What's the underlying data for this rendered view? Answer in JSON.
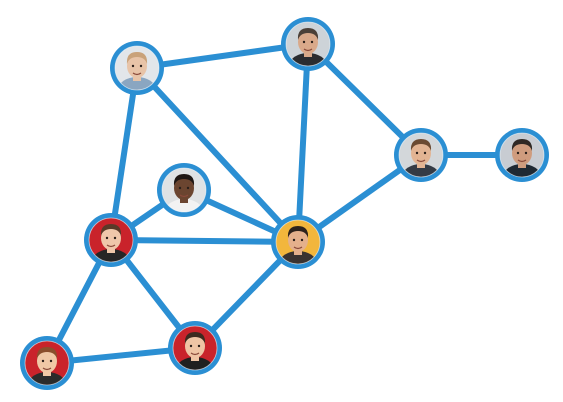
{
  "colors": {
    "edge": "#2b8fd3",
    "ring": "#2b8fd3",
    "ring_inner": "#ffffff"
  },
  "nodes": [
    {
      "id": "person-1",
      "icon": "person-avatar-icon",
      "bg": "#e2e6ea",
      "skin": "#e8c4a8",
      "hair": "#c9a27a",
      "shirt": "#8aa6c1"
    },
    {
      "id": "person-2",
      "icon": "person-avatar-icon",
      "bg": "#cdd3d8",
      "skin": "#d9a98a",
      "hair": "#4b4038",
      "shirt": "#2a2c30"
    },
    {
      "id": "person-3",
      "icon": "person-avatar-icon",
      "bg": "#dfe2e4",
      "skin": "#6b4530",
      "hair": "#1e1714",
      "shirt": "#f2f2f2"
    },
    {
      "id": "person-4",
      "icon": "person-avatar-icon",
      "bg": "#c9232b",
      "skin": "#efc7aa",
      "hair": "#5a3a28",
      "shirt": "#262626"
    },
    {
      "id": "person-5",
      "icon": "person-avatar-icon",
      "bg": "#f2b63c",
      "skin": "#e4b08c",
      "hair": "#2d221c",
      "shirt": "#3a3330"
    },
    {
      "id": "person-6",
      "icon": "person-avatar-icon",
      "bg": "#d3d7da",
      "skin": "#e2b493",
      "hair": "#6a4a32",
      "shirt": "#343b45"
    },
    {
      "id": "person-7",
      "icon": "person-avatar-icon",
      "bg": "#c8ccd2",
      "skin": "#cf9c7e",
      "hair": "#2f2824",
      "shirt": "#1f2933"
    },
    {
      "id": "person-8",
      "icon": "person-avatar-icon",
      "bg": "#c9232b",
      "skin": "#f0c8a6",
      "hair": "#8a4e2c",
      "shirt": "#2b2b2b"
    },
    {
      "id": "person-9",
      "icon": "person-avatar-icon",
      "bg": "#c9232b",
      "skin": "#efc5a5",
      "hair": "#3d2a1f",
      "shirt": "#202020"
    }
  ],
  "edges": [
    [
      "person-1",
      "person-2"
    ],
    [
      "person-1",
      "person-4"
    ],
    [
      "person-1",
      "person-5"
    ],
    [
      "person-2",
      "person-5"
    ],
    [
      "person-2",
      "person-6"
    ],
    [
      "person-6",
      "person-7"
    ],
    [
      "person-6",
      "person-5"
    ],
    [
      "person-3",
      "person-4"
    ],
    [
      "person-3",
      "person-5"
    ],
    [
      "person-4",
      "person-5"
    ],
    [
      "person-4",
      "person-8"
    ],
    [
      "person-4",
      "person-9"
    ],
    [
      "person-5",
      "person-9"
    ],
    [
      "person-8",
      "person-9"
    ]
  ]
}
